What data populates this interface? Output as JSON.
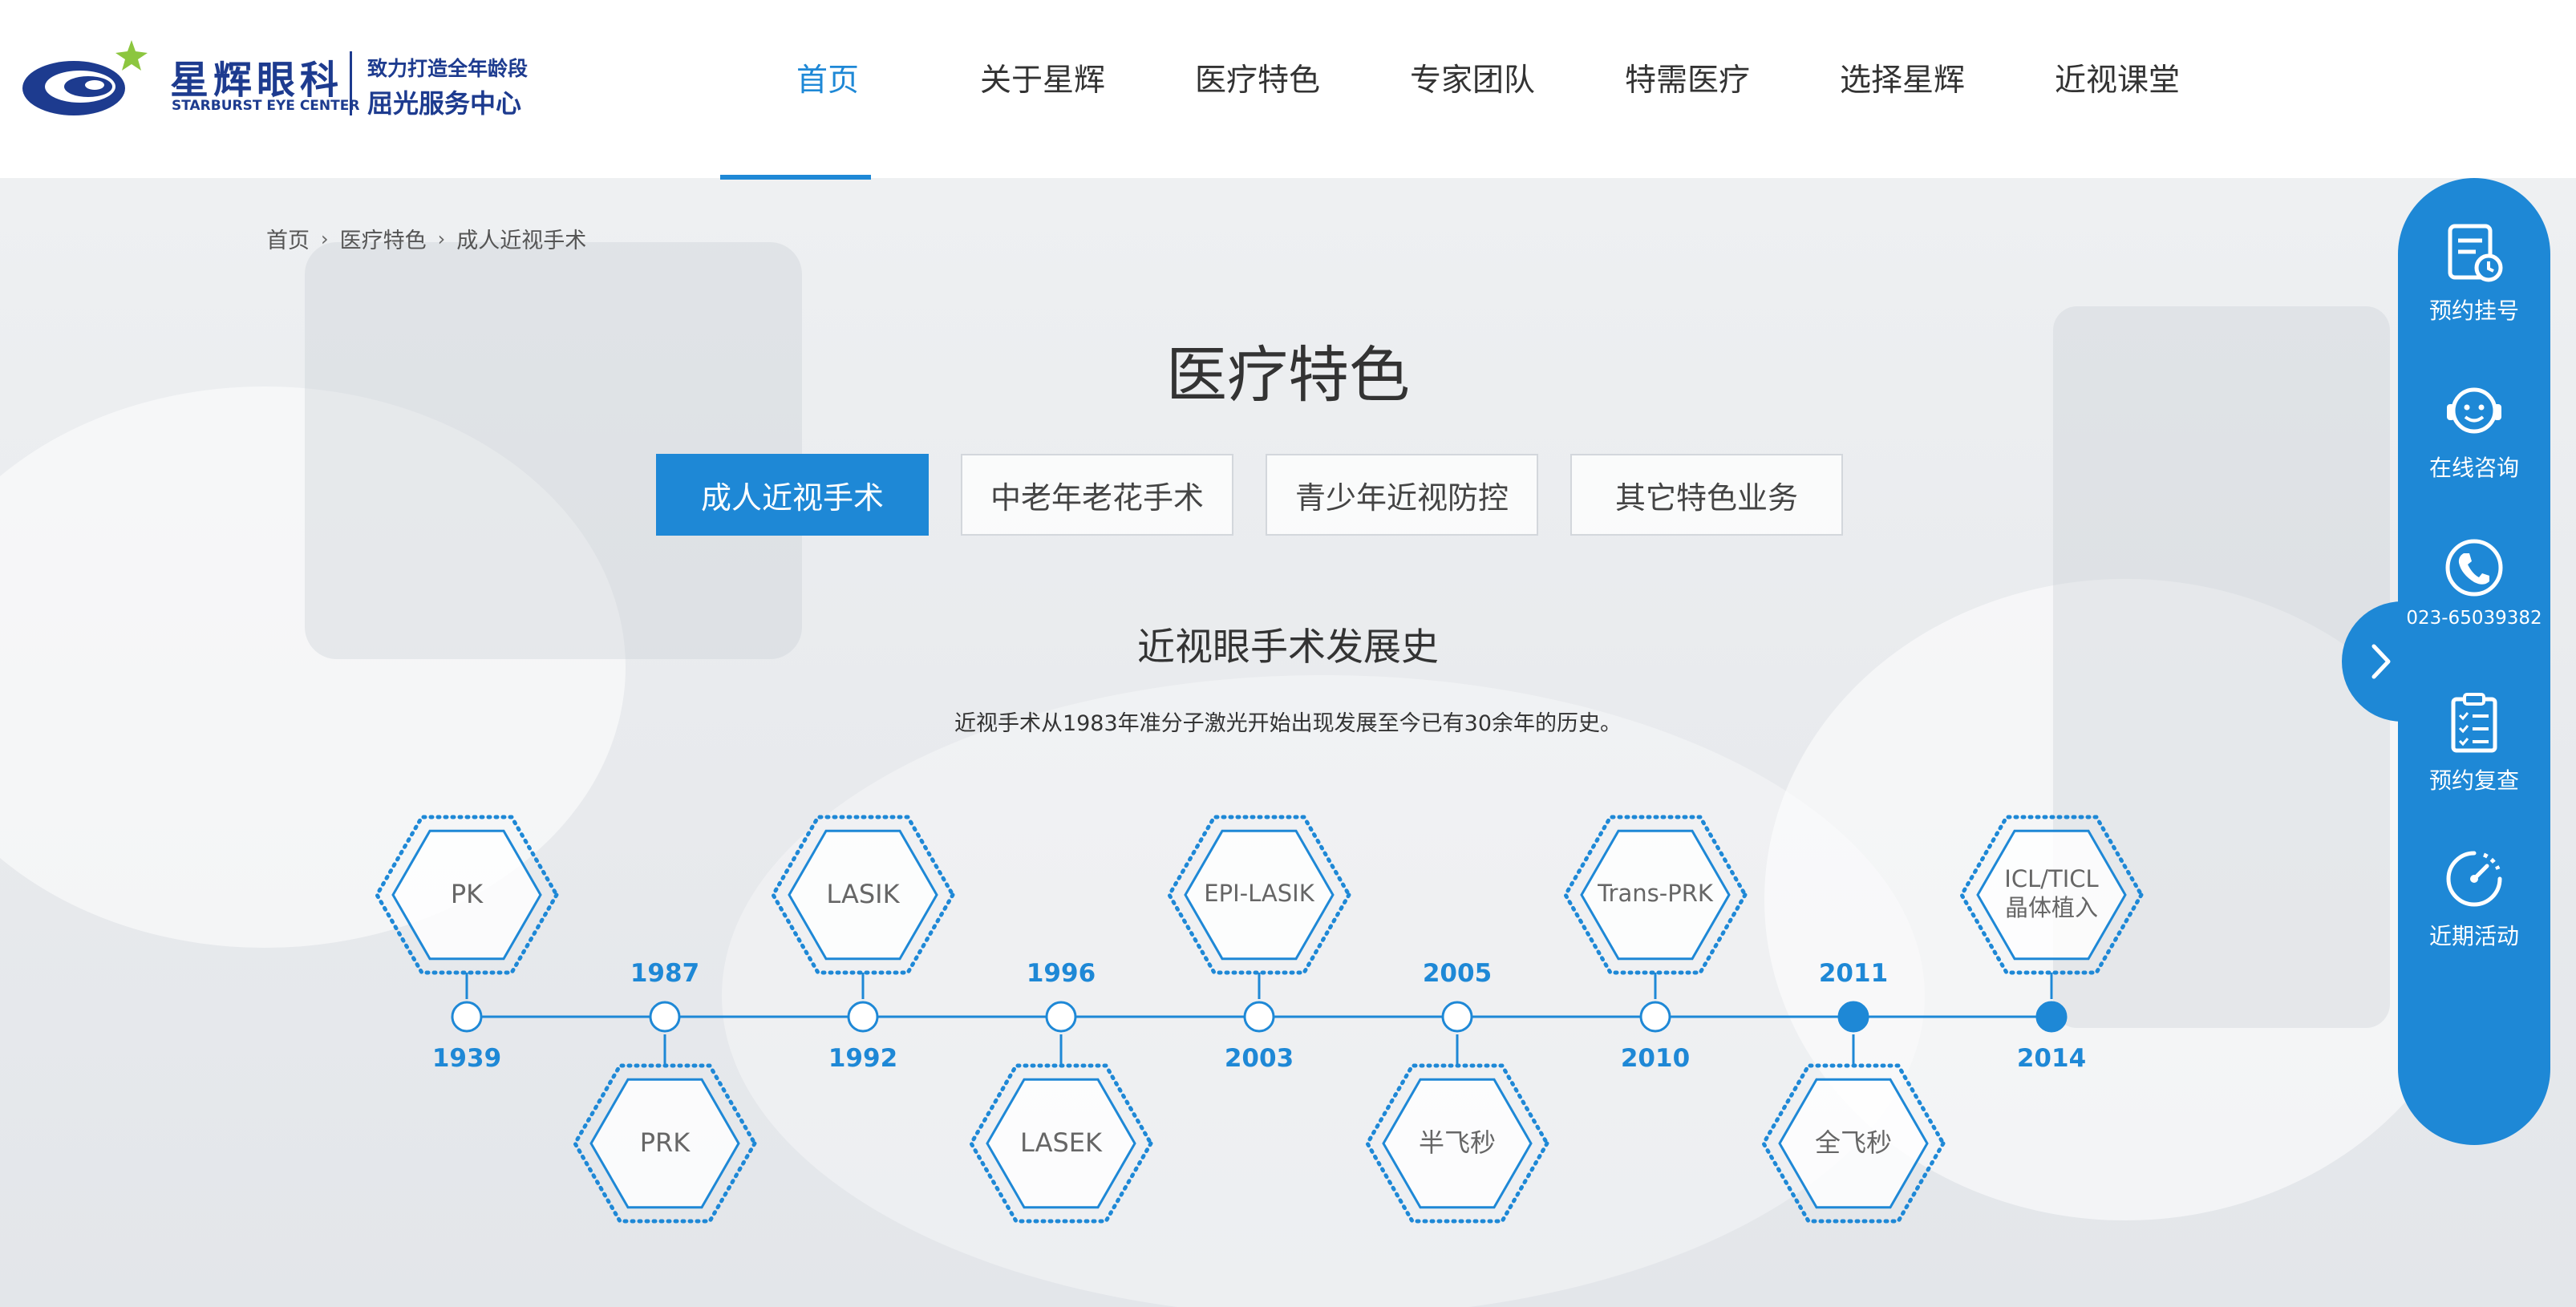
{
  "brand": {
    "name_cn": "星辉眼科",
    "name_en": "STARBURST EYE CENTER",
    "slogan_line1": "致力打造全年龄段",
    "slogan_line2": "屈光服务中心"
  },
  "nav": {
    "items": [
      "首页",
      "关于星辉",
      "医疗特色",
      "专家团队",
      "特需医疗",
      "选择星辉",
      "近视课堂"
    ],
    "active_index": 0
  },
  "breadcrumb": [
    "首页",
    "医疗特色",
    "成人近视手术"
  ],
  "page_title": "医疗特色",
  "tabs": {
    "items": [
      "成人近视手术",
      "中老年老花手术",
      "青少年近视防控",
      "其它特色业务"
    ],
    "active_index": 0
  },
  "history": {
    "title": "近视眼手术发展史",
    "description": "近视手术从1983年准分子激光开始出现发展至今已有30余年的历史。",
    "milestones": [
      {
        "year": "1939",
        "label": "PK"
      },
      {
        "year": "1987",
        "label": "PRK"
      },
      {
        "year": "1992",
        "label": "LASIK"
      },
      {
        "year": "1996",
        "label": "LASEK"
      },
      {
        "year": "2003",
        "label": "EPI-LASIK"
      },
      {
        "year": "2005",
        "label": "半飞秒"
      },
      {
        "year": "2010",
        "label": "Trans-PRK"
      },
      {
        "year": "2011",
        "label": "全飞秒"
      },
      {
        "year": "2014",
        "label": "ICL/TICL晶体植入"
      }
    ]
  },
  "sidebar": {
    "items": [
      {
        "label": "预约挂号",
        "icon": "register-icon"
      },
      {
        "label": "在线咨询",
        "icon": "customer-service-icon"
      },
      {
        "label": "023-65039382",
        "icon": "phone-icon"
      },
      {
        "label": "预约复查",
        "icon": "clipboard-icon"
      },
      {
        "label": "近期活动",
        "icon": "speedometer-icon"
      }
    ]
  },
  "colors": {
    "accent": "#1e88d6",
    "brand_navy": "#1d3b8f",
    "logo_star": "#8cc63f"
  }
}
